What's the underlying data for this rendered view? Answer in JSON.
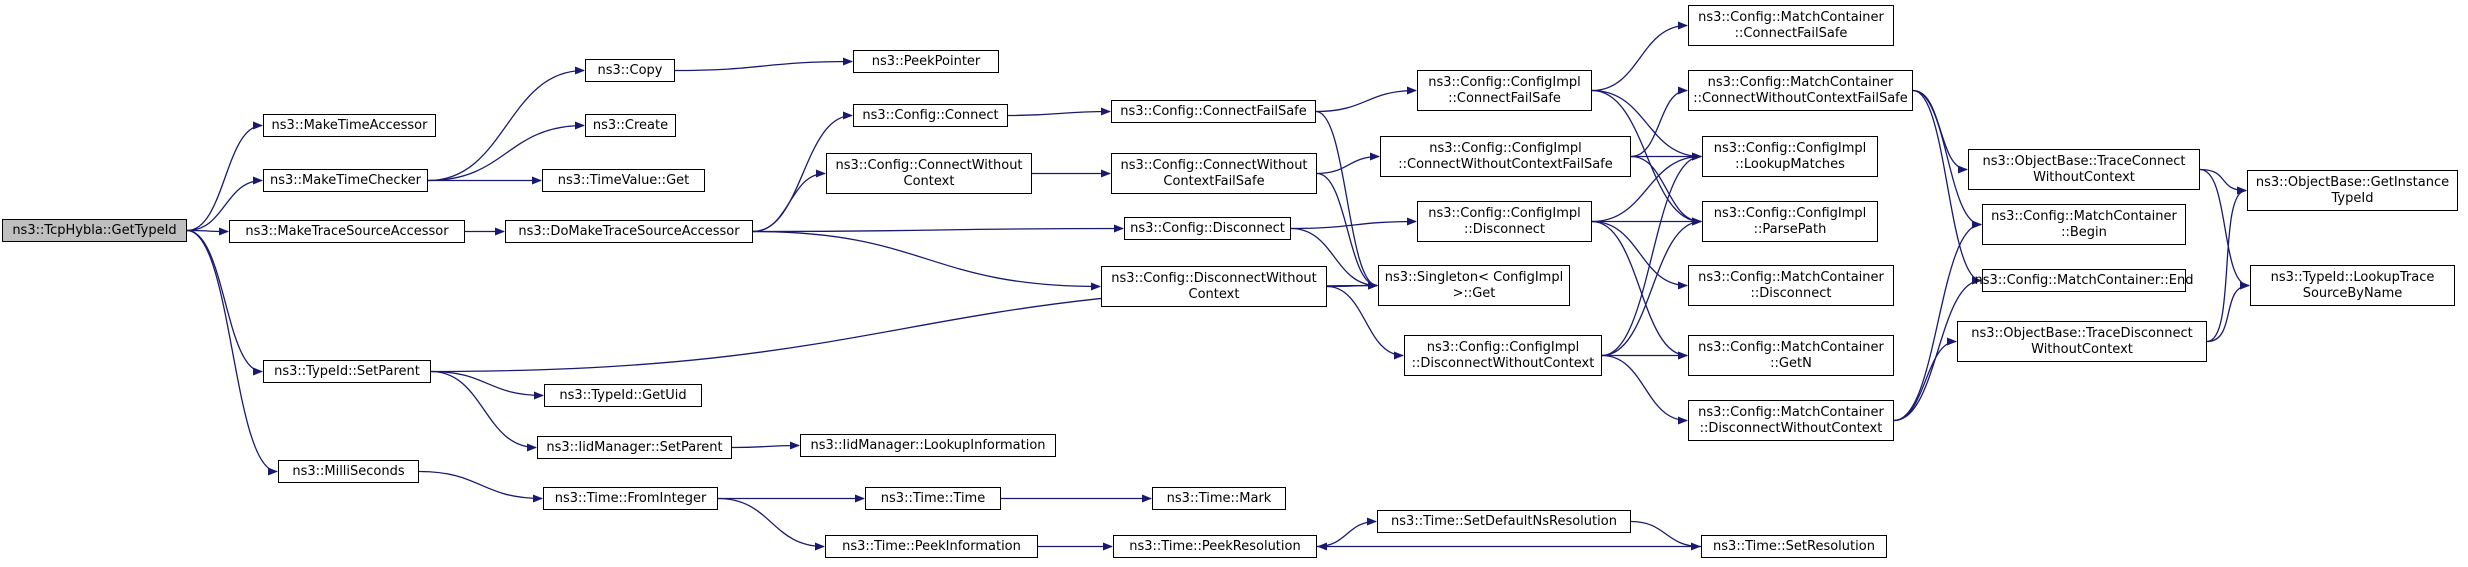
{
  "graph": {
    "colors": {
      "edge": "#191970",
      "border": "#000000",
      "root_fill": "#bfbfbf",
      "node_fill": "#ffffff"
    },
    "nodes": [
      {
        "id": "getTypeId",
        "lines": [
          "ns3::TcpHybla::GetTypeId"
        ],
        "root": true
      },
      {
        "id": "makeTimeAccessor",
        "lines": [
          "ns3::MakeTimeAccessor"
        ]
      },
      {
        "id": "makeTimeChecker",
        "lines": [
          "ns3::MakeTimeChecker"
        ]
      },
      {
        "id": "makeTraceSourceAccessor",
        "lines": [
          "ns3::MakeTraceSourceAccessor"
        ]
      },
      {
        "id": "typeIdSetParent",
        "lines": [
          "ns3::TypeId::SetParent"
        ]
      },
      {
        "id": "milliSeconds",
        "lines": [
          "ns3::MilliSeconds"
        ]
      },
      {
        "id": "copy",
        "lines": [
          "ns3::Copy"
        ]
      },
      {
        "id": "create",
        "lines": [
          "ns3::Create"
        ]
      },
      {
        "id": "timeValueGet",
        "lines": [
          "ns3::TimeValue::Get"
        ]
      },
      {
        "id": "doMakeTraceSourceAccessor",
        "lines": [
          "ns3::DoMakeTraceSourceAccessor"
        ]
      },
      {
        "id": "typeIdGetUid",
        "lines": [
          "ns3::TypeId::GetUid"
        ]
      },
      {
        "id": "iidSetParent",
        "lines": [
          "ns3::IidManager::SetParent"
        ]
      },
      {
        "id": "timeFromInteger",
        "lines": [
          "ns3::Time::FromInteger"
        ]
      },
      {
        "id": "peekPointer",
        "lines": [
          "ns3::PeekPointer"
        ]
      },
      {
        "id": "configConnect",
        "lines": [
          "ns3::Config::Connect"
        ]
      },
      {
        "id": "configConnectWithoutContext",
        "lines": [
          "ns3::Config::ConnectWithout",
          "Context"
        ]
      },
      {
        "id": "configDisconnect",
        "lines": [
          "ns3::Config::Disconnect"
        ]
      },
      {
        "id": "configDisconnectWithoutContext",
        "lines": [
          "ns3::Config::DisconnectWithout",
          "Context"
        ]
      },
      {
        "id": "iidLookupInformation",
        "lines": [
          "ns3::IidManager::LookupInformation"
        ]
      },
      {
        "id": "timeTime",
        "lines": [
          "ns3::Time::Time"
        ]
      },
      {
        "id": "timePeekInformation",
        "lines": [
          "ns3::Time::PeekInformation"
        ]
      },
      {
        "id": "configConnectFailSafe",
        "lines": [
          "ns3::Config::ConnectFailSafe"
        ]
      },
      {
        "id": "configConnectWithoutContextFailSafe",
        "lines": [
          "ns3::Config::ConnectWithout",
          "ContextFailSafe"
        ]
      },
      {
        "id": "timeMark",
        "lines": [
          "ns3::Time::Mark"
        ]
      },
      {
        "id": "timePeekResolution",
        "lines": [
          "ns3::Time::PeekResolution"
        ]
      },
      {
        "id": "implConnectFailSafe",
        "lines": [
          "ns3::Config::ConfigImpl",
          "::ConnectFailSafe"
        ]
      },
      {
        "id": "implConnectWithoutContextFailSafe",
        "lines": [
          "ns3::Config::ConfigImpl",
          "::ConnectWithoutContextFailSafe"
        ]
      },
      {
        "id": "implDisconnect",
        "lines": [
          "ns3::Config::ConfigImpl",
          "::Disconnect"
        ]
      },
      {
        "id": "singletonGet",
        "lines": [
          "ns3::Singleton< ConfigImpl",
          ">::Get"
        ]
      },
      {
        "id": "implDisconnectWithoutContext",
        "lines": [
          "ns3::Config::ConfigImpl",
          "::DisconnectWithoutContext"
        ]
      },
      {
        "id": "timeSetDefaultNsResolution",
        "lines": [
          "ns3::Time::SetDefaultNsResolution"
        ]
      },
      {
        "id": "mcConnectFailSafe",
        "lines": [
          "ns3::Config::MatchContainer",
          "::ConnectFailSafe"
        ]
      },
      {
        "id": "mcConnectWithoutContextFailSafe",
        "lines": [
          "ns3::Config::MatchContainer",
          "::ConnectWithoutContextFailSafe"
        ]
      },
      {
        "id": "implLookupMatches",
        "lines": [
          "ns3::Config::ConfigImpl",
          "::LookupMatches"
        ]
      },
      {
        "id": "implParsePath",
        "lines": [
          "ns3::Config::ConfigImpl",
          "::ParsePath"
        ]
      },
      {
        "id": "mcDisconnect",
        "lines": [
          "ns3::Config::MatchContainer",
          "::Disconnect"
        ]
      },
      {
        "id": "mcGetN",
        "lines": [
          "ns3::Config::MatchContainer",
          "::GetN"
        ]
      },
      {
        "id": "mcDisconnectWithoutContext",
        "lines": [
          "ns3::Config::MatchContainer",
          "::DisconnectWithoutContext"
        ]
      },
      {
        "id": "timeSetResolution",
        "lines": [
          "ns3::Time::SetResolution"
        ]
      },
      {
        "id": "obTraceConnectWithoutContext",
        "lines": [
          "ns3::ObjectBase::TraceConnect",
          "WithoutContext"
        ]
      },
      {
        "id": "mcBegin",
        "lines": [
          "ns3::Config::MatchContainer",
          "::Begin"
        ]
      },
      {
        "id": "mcEnd",
        "lines": [
          "ns3::Config::MatchContainer::End"
        ]
      },
      {
        "id": "obTraceDisconnectWithoutContext",
        "lines": [
          "ns3::ObjectBase::TraceDisconnect",
          "WithoutContext"
        ]
      },
      {
        "id": "obGetInstanceTypeId",
        "lines": [
          "ns3::ObjectBase::GetInstance",
          "TypeId"
        ]
      },
      {
        "id": "typeIdLookupTraceSourceByName",
        "lines": [
          "ns3::TypeId::LookupTrace",
          "SourceByName"
        ]
      }
    ],
    "edges": [
      [
        "getTypeId",
        "makeTimeAccessor"
      ],
      [
        "getTypeId",
        "makeTimeChecker"
      ],
      [
        "getTypeId",
        "makeTraceSourceAccessor"
      ],
      [
        "getTypeId",
        "typeIdSetParent"
      ],
      [
        "getTypeId",
        "milliSeconds"
      ],
      [
        "makeTimeChecker",
        "copy"
      ],
      [
        "makeTimeChecker",
        "create"
      ],
      [
        "makeTimeChecker",
        "timeValueGet"
      ],
      [
        "copy",
        "peekPointer"
      ],
      [
        "makeTraceSourceAccessor",
        "doMakeTraceSourceAccessor"
      ],
      [
        "doMakeTraceSourceAccessor",
        "configConnect"
      ],
      [
        "doMakeTraceSourceAccessor",
        "configConnectWithoutContext"
      ],
      [
        "doMakeTraceSourceAccessor",
        "configDisconnect"
      ],
      [
        "doMakeTraceSourceAccessor",
        "configDisconnectWithoutContext"
      ],
      [
        "typeIdSetParent",
        "typeIdGetUid"
      ],
      [
        "typeIdSetParent",
        "iidSetParent"
      ],
      [
        "typeIdSetParent",
        "singletonGet"
      ],
      [
        "iidSetParent",
        "iidLookupInformation"
      ],
      [
        "milliSeconds",
        "timeFromInteger"
      ],
      [
        "timeFromInteger",
        "timeTime"
      ],
      [
        "timeFromInteger",
        "timePeekInformation"
      ],
      [
        "timeTime",
        "timeMark"
      ],
      [
        "timePeekInformation",
        "timePeekResolution"
      ],
      [
        "timePeekResolution",
        "timeSetDefaultNsResolution"
      ],
      [
        "timeSetDefaultNsResolution",
        "timeSetResolution"
      ],
      [
        "timeSetResolution",
        "timePeekResolution"
      ],
      [
        "configConnect",
        "configConnectFailSafe"
      ],
      [
        "configConnectWithoutContext",
        "configConnectWithoutContextFailSafe"
      ],
      [
        "configDisconnect",
        "implDisconnect"
      ],
      [
        "configDisconnect",
        "singletonGet"
      ],
      [
        "configDisconnectWithoutContext",
        "implDisconnectWithoutContext"
      ],
      [
        "configDisconnectWithoutContext",
        "singletonGet"
      ],
      [
        "configConnectFailSafe",
        "implConnectFailSafe"
      ],
      [
        "configConnectFailSafe",
        "singletonGet"
      ],
      [
        "configConnectWithoutContextFailSafe",
        "implConnectWithoutContextFailSafe"
      ],
      [
        "configConnectWithoutContextFailSafe",
        "singletonGet"
      ],
      [
        "implConnectFailSafe",
        "mcConnectFailSafe"
      ],
      [
        "implConnectFailSafe",
        "implLookupMatches"
      ],
      [
        "implConnectFailSafe",
        "implParsePath"
      ],
      [
        "implConnectWithoutContextFailSafe",
        "mcConnectWithoutContextFailSafe"
      ],
      [
        "implConnectWithoutContextFailSafe",
        "implLookupMatches"
      ],
      [
        "implConnectWithoutContextFailSafe",
        "implParsePath"
      ],
      [
        "implDisconnect",
        "implLookupMatches"
      ],
      [
        "implDisconnect",
        "implParsePath"
      ],
      [
        "implDisconnect",
        "mcDisconnect"
      ],
      [
        "implDisconnect",
        "mcGetN"
      ],
      [
        "implDisconnectWithoutContext",
        "implLookupMatches"
      ],
      [
        "implDisconnectWithoutContext",
        "implParsePath"
      ],
      [
        "implDisconnectWithoutContext",
        "mcGetN"
      ],
      [
        "implDisconnectWithoutContext",
        "mcDisconnectWithoutContext"
      ],
      [
        "mcConnectWithoutContextFailSafe",
        "obTraceConnectWithoutContext"
      ],
      [
        "mcConnectWithoutContextFailSafe",
        "mcBegin"
      ],
      [
        "mcConnectWithoutContextFailSafe",
        "mcEnd"
      ],
      [
        "mcDisconnectWithoutContext",
        "mcBegin"
      ],
      [
        "mcDisconnectWithoutContext",
        "mcEnd"
      ],
      [
        "mcDisconnectWithoutContext",
        "obTraceDisconnectWithoutContext"
      ],
      [
        "obTraceConnectWithoutContext",
        "obGetInstanceTypeId"
      ],
      [
        "obTraceConnectWithoutContext",
        "typeIdLookupTraceSourceByName"
      ],
      [
        "obTraceDisconnectWithoutContext",
        "obGetInstanceTypeId"
      ],
      [
        "obTraceDisconnectWithoutContext",
        "typeIdLookupTraceSourceByName"
      ]
    ]
  }
}
